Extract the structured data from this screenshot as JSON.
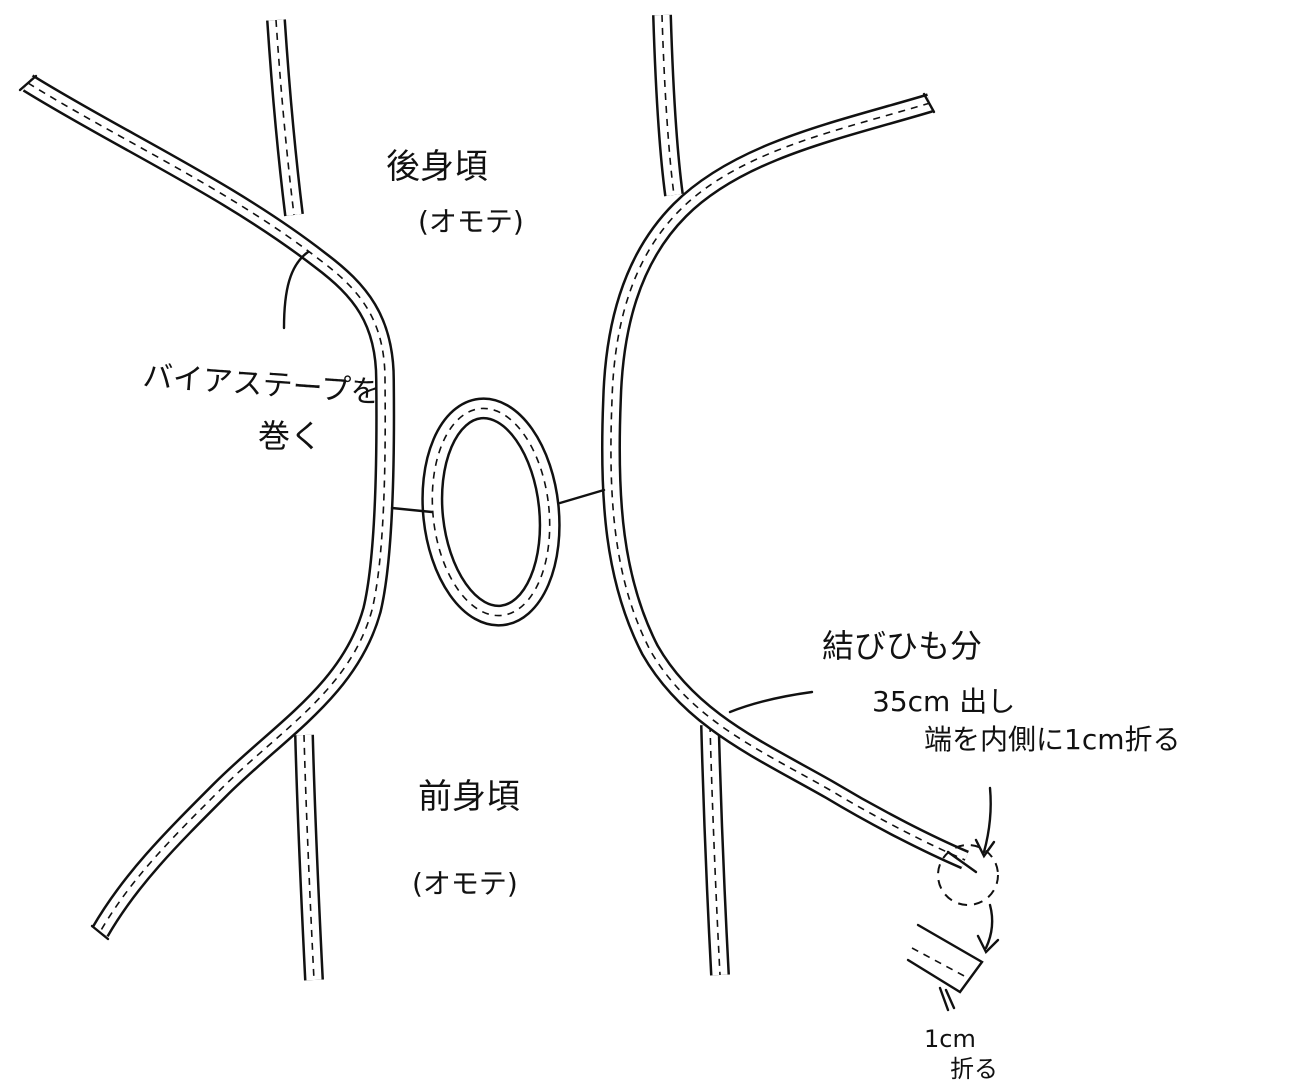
{
  "labels": {
    "back_bodice": "後身頃",
    "back_side": "(オモテ)",
    "front_bodice": "前身頃",
    "front_side": "(オモテ)",
    "wrap_tape_line1": "バイアステープを",
    "wrap_tape_line2": "巻く",
    "tie_line1": "結びひも分",
    "tie_line2": "35cm 出し",
    "tie_line3": "端を内側に1cm折る",
    "fold_size": "1cm",
    "fold_word": "折る"
  }
}
